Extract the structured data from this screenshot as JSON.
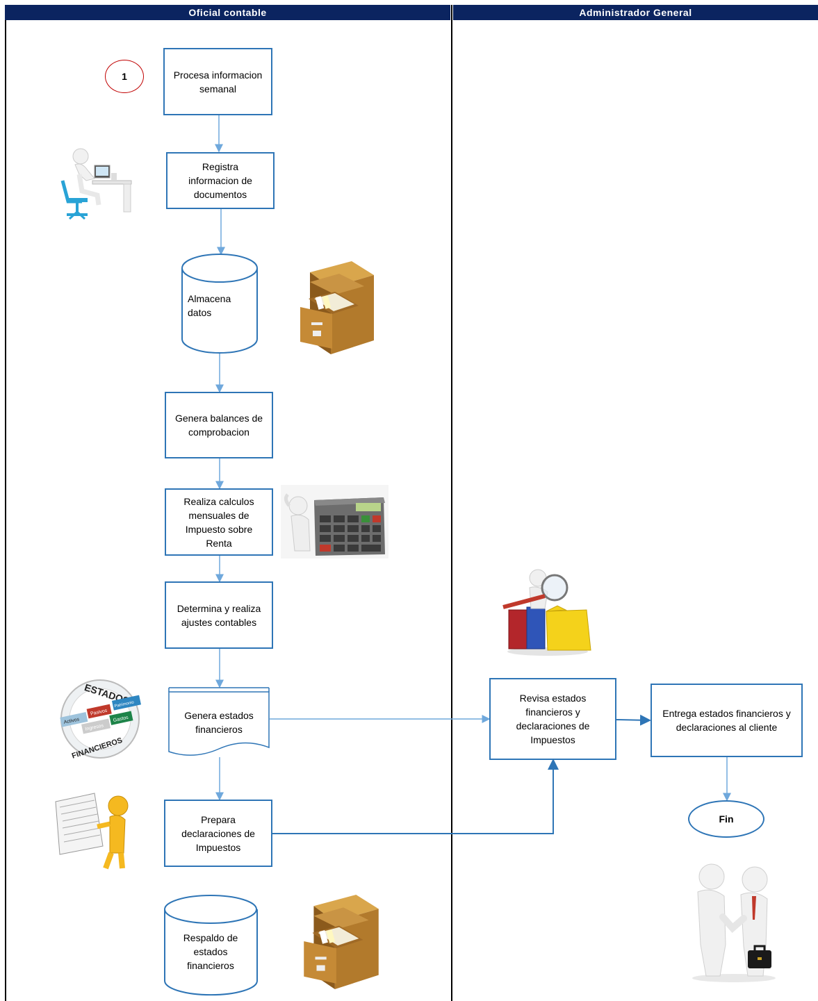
{
  "lanes": {
    "left": "Oficial contable",
    "right": "Administrador General"
  },
  "nodes": {
    "connector": "1",
    "procesa": "Procesa informacion\nsemanal",
    "registra": "Registra\ninformacion de\ndocumentos",
    "almacena": "Almacena\ndatos",
    "balances": "Genera  balances de\ncomprobacion",
    "calculos": "Realiza calculos\nmensuales de\nImpuesto sobre\nRenta",
    "ajustes": "Determina y realiza\najustes contables",
    "estados": "Genera estados\nfinancieros",
    "prepara": "Prepara\ndeclaraciones de\nImpuestos",
    "respaldo": "Respaldo de\nestados\nfinancieros",
    "revisa": "Revisa estados\nfinancieros y\ndeclaraciones de\nImpuestos",
    "entrega": "Entrega estados financieros y\ndeclaraciones al cliente",
    "fin": "Fin"
  },
  "badge": {
    "top": "ESTADOS",
    "bottom": "FINANCIEROS",
    "tags": [
      "Activos",
      "Pasivos",
      "Patrimonio",
      "Ingresos",
      "Gastos"
    ]
  },
  "colors": {
    "header": "#0b2460",
    "box_border": "#2e75b6",
    "arrow": "#6fa8dc",
    "connector_border": "#c00000"
  }
}
